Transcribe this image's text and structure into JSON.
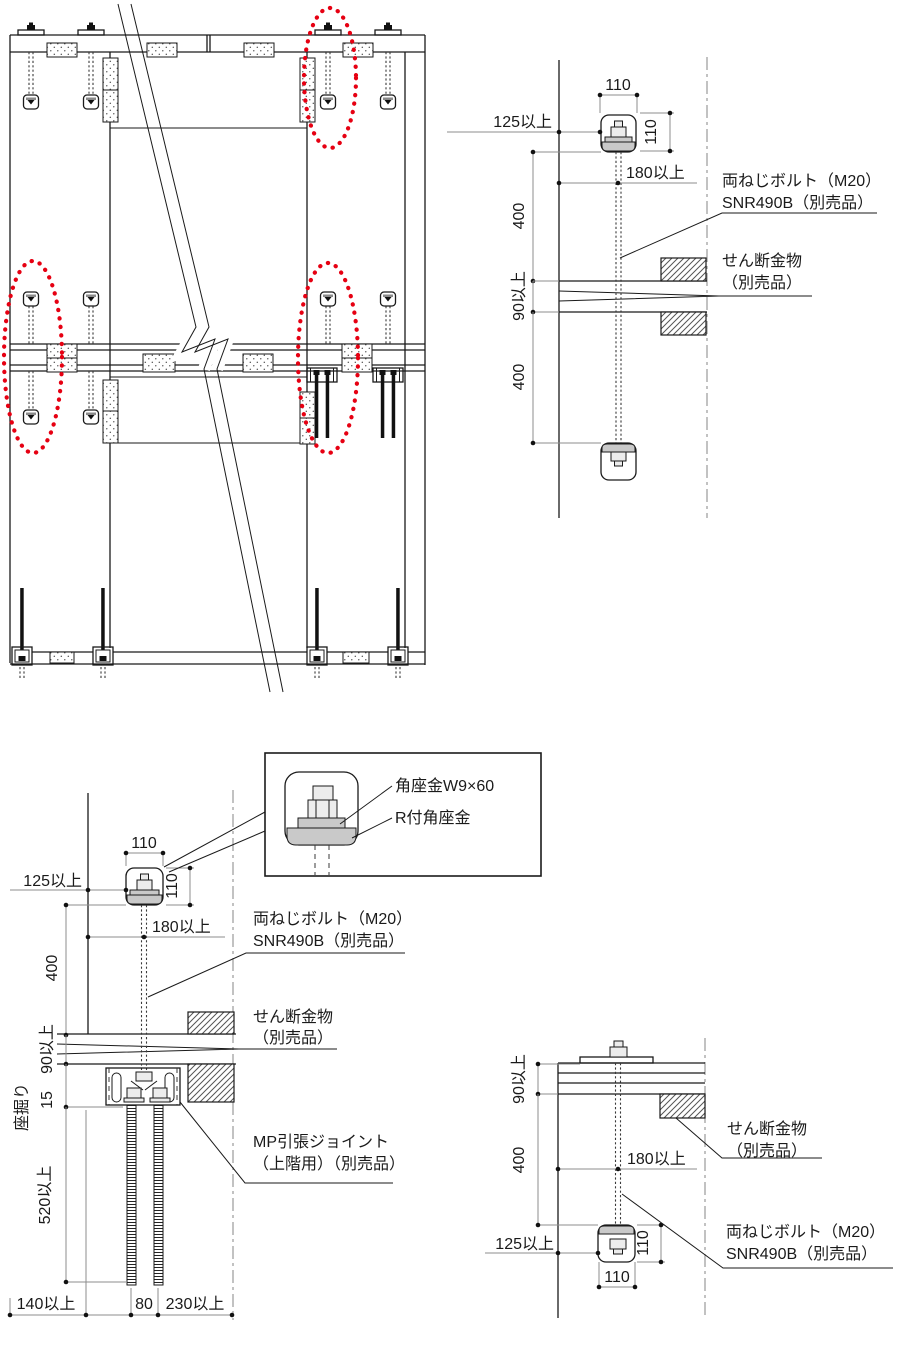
{
  "colors": {
    "highlight_red": "#e60012",
    "washer_gray": "#c9c9c9"
  },
  "detail_top_right": {
    "dims": {
      "width_110": "110",
      "offset_125": "125以上",
      "height_110": "110",
      "depth_180": "180以上",
      "upper_400": "400",
      "gap_90": "90以上",
      "lower_400": "400"
    },
    "labels": {
      "bolt_1": "両ねじボルト（M20）",
      "bolt_2": "SNR490B（別売品）",
      "shear_1": "せん断金物",
      "shear_2": "（別売品）"
    }
  },
  "detail_bottom_left": {
    "dims": {
      "width_110": "110",
      "offset_125": "125以上",
      "height_110": "110",
      "depth_180": "180以上",
      "len_400": "400",
      "gap_90": "90以上",
      "counterbore": "座掘り",
      "depth_15": "15",
      "len_520": "520以上",
      "left_140": "140以上",
      "pitch_80": "80",
      "right_230": "230以上"
    },
    "labels": {
      "bolt_1": "両ねじボルト（M20）",
      "bolt_2": "SNR490B（別売品）",
      "shear_1": "せん断金物",
      "shear_2": "（別売品）",
      "mp_1": "MP引張ジョイント",
      "mp_2": "（上階用）（別売品）"
    },
    "callout": {
      "square_washer": "角座金W9×60",
      "r_washer": "R付角座金"
    }
  },
  "detail_bottom_right": {
    "dims": {
      "gap_90": "90以上",
      "len_400": "400",
      "depth_180": "180以上",
      "offset_125": "125以上",
      "height_110": "110",
      "width_110": "110"
    },
    "labels": {
      "shear_1": "せん断金物",
      "shear_2": "（別売品）",
      "bolt_1": "両ねじボルト（M20）",
      "bolt_2": "SNR490B（別売品）"
    }
  }
}
